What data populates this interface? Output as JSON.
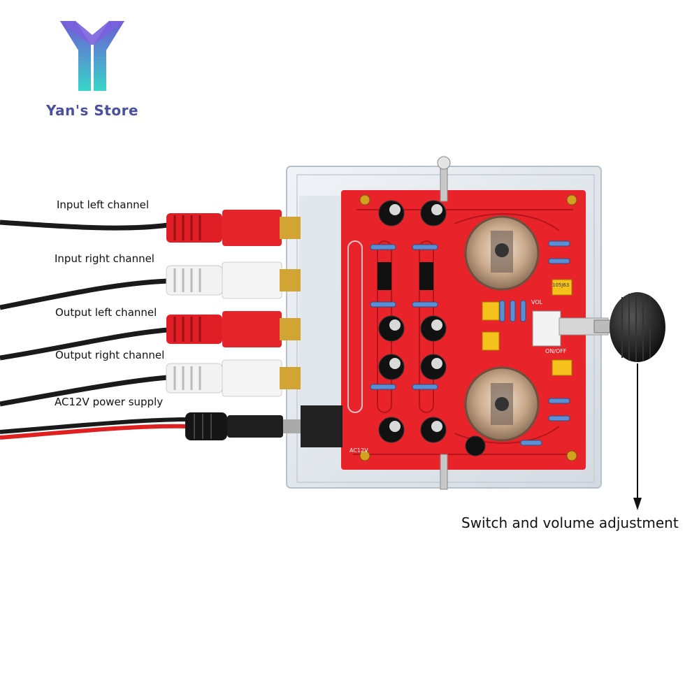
{
  "brand": {
    "logo_icon": "yans-store-logo-icon",
    "name": "Yan's Store",
    "colors": {
      "logo_top": "#6e5bd6",
      "logo_bottom": "#38d6c8",
      "text": "#4a4f9e"
    }
  },
  "labels": {
    "input_left": "Input left channel",
    "input_right": "Input right channel",
    "output_left": "Output left channel",
    "output_right": "Output right channel",
    "power": "AC12V power supply"
  },
  "caption": "Switch and volume adjustment",
  "board_markings": {
    "vol": "VOL",
    "on_off": "ON/OFF",
    "ac12v": "AC12V",
    "cap_code": "105J63"
  },
  "colors": {
    "pcb": "#e8232a",
    "rca_red": "#e01e26",
    "rca_white": "#f2f2f2",
    "cable": "#1a1a1a",
    "power_red": "#e02020",
    "tube_glass": "#c9a98a",
    "cap_yellow": "#f4c21a"
  }
}
